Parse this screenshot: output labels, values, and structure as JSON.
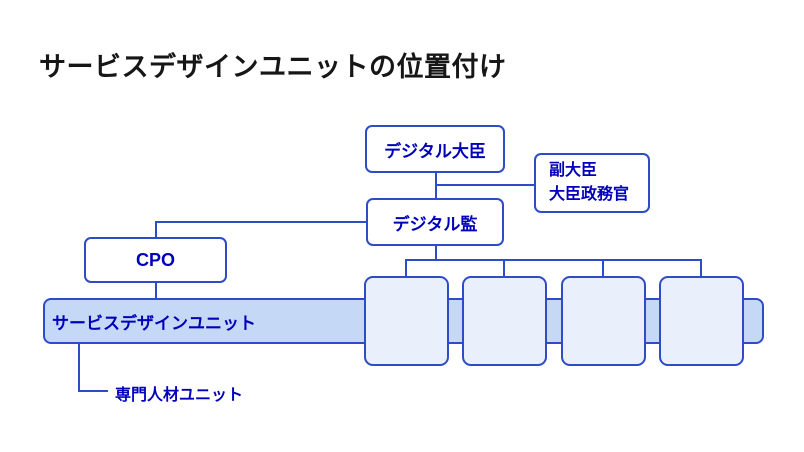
{
  "title": "サービスデザインユニットの位置付け",
  "colors": {
    "border_blue": "#2e4cc6",
    "text_blue": "#0000bb",
    "band_fill": "#c5d9f7",
    "unit_fill": "#e9f0fc",
    "title_color": "#161616",
    "background": "#ffffff"
  },
  "org_chart": {
    "nodes": {
      "digital_minister": {
        "label": "デジタル大臣"
      },
      "vice_ministers": {
        "line1": "副大臣",
        "line2": "大臣政務官"
      },
      "digital_kan": {
        "label": "デジタル監"
      },
      "cpo": {
        "label": "CPO"
      }
    },
    "band": {
      "label": "サービスデザインユニット"
    },
    "unit_boxes_count": 4,
    "note": {
      "label": "専門人材ユニット"
    }
  }
}
